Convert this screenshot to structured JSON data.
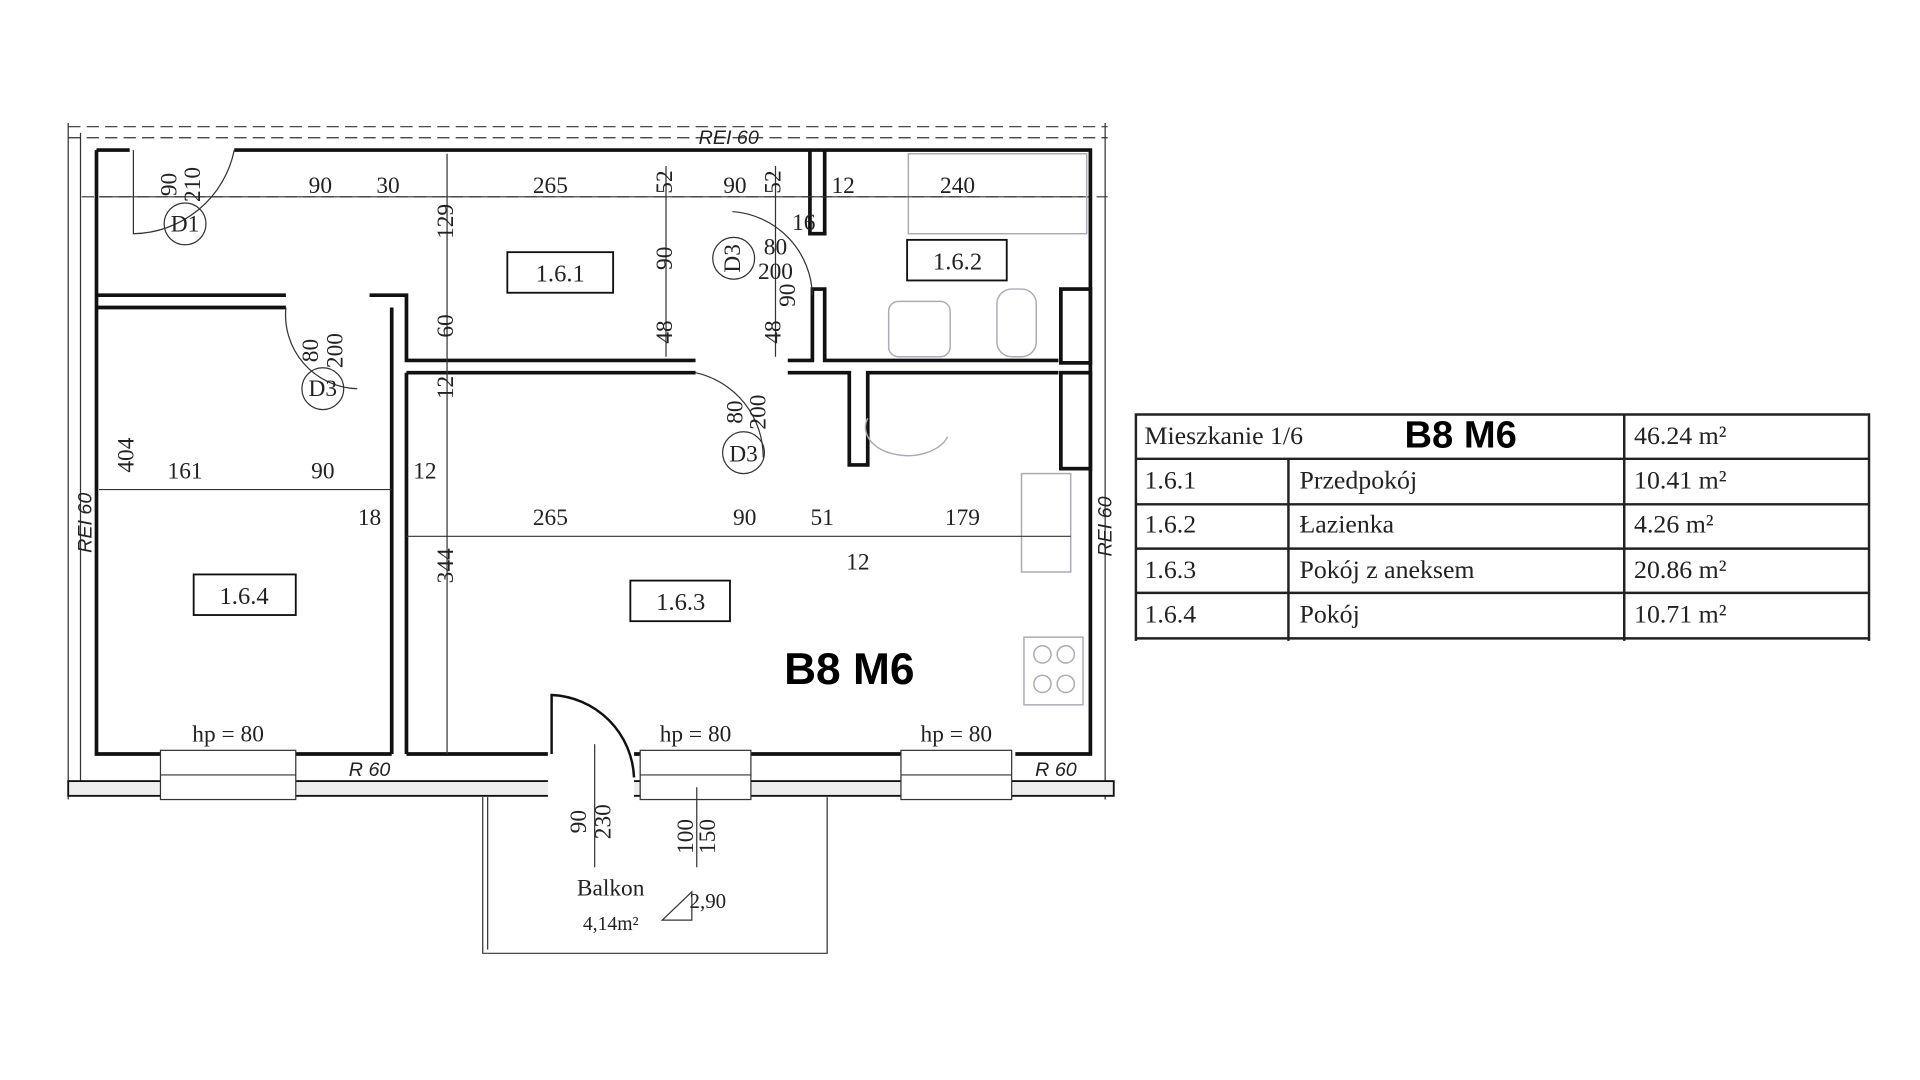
{
  "plan": {
    "title": "B8 M6",
    "rooms": [
      "1.6.1",
      "1.6.2",
      "1.6.3",
      "1.6.4"
    ],
    "doors": [
      "D1",
      "D3",
      "D3",
      "D3"
    ],
    "fire_labels": {
      "top": "REI 60",
      "left": "REI 60",
      "right": "REI 60",
      "bottom_left": "R 60",
      "bottom_right": "R 60"
    },
    "window_labels": [
      "hp = 80",
      "hp = 80",
      "hp = 80"
    ],
    "dimensions": {
      "top": [
        "90",
        "30",
        "265",
        "52",
        "90",
        "52",
        "12",
        "240"
      ],
      "door_d1": [
        "90",
        "210"
      ],
      "hall_v": [
        "129",
        "60",
        "12",
        "344"
      ],
      "mid_v": [
        "90",
        "48",
        "48"
      ],
      "bath": [
        "16",
        "80",
        "200",
        "90"
      ],
      "room4_door": [
        "80",
        "200"
      ],
      "room3_door": [
        "80",
        "200"
      ],
      "left_v": "404",
      "row1": [
        "161",
        "90",
        "12"
      ],
      "row1b": "18",
      "row2": [
        "265",
        "90",
        "51",
        "179"
      ],
      "row2b": "12",
      "balcony": [
        "90",
        "230",
        "100",
        "150"
      ]
    },
    "balcony": {
      "label": "Balkon",
      "area": "4,14m²",
      "level": "2,90"
    }
  },
  "table": {
    "header": {
      "label": "Mieszkanie 1/6",
      "code": "B8 M6",
      "area": "46.24 m²"
    },
    "rows": [
      {
        "id": "1.6.1",
        "name": "Przedpokój",
        "area": "10.41 m²"
      },
      {
        "id": "1.6.2",
        "name": "Łazienka",
        "area": "4.26 m²"
      },
      {
        "id": "1.6.3",
        "name": "Pokój z aneksem",
        "area": "20.86 m²"
      },
      {
        "id": "1.6.4",
        "name": "Pokój",
        "area": "10.71 m²"
      }
    ]
  }
}
